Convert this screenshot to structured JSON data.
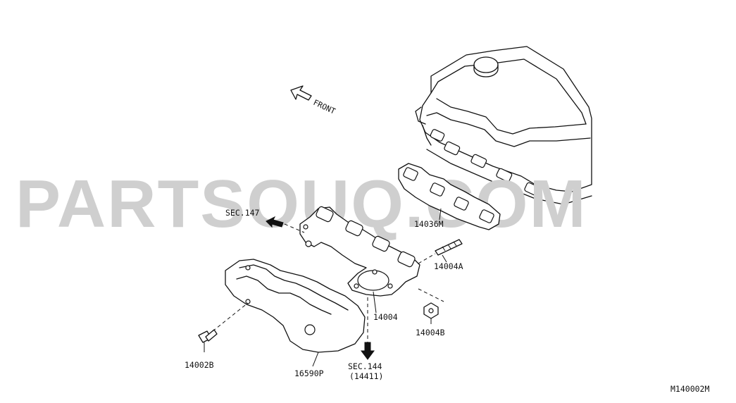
{
  "diagram": {
    "watermark": "PARTSOUQ.COM",
    "front_label": "FRONT",
    "figure_code": "M140002M",
    "labels": {
      "sec147": "SEC.147",
      "p14036M": "14036M",
      "p14004A": "14004A",
      "p14004": "14004",
      "p14004B": "14004B",
      "p14002B": "14002B",
      "p16590P": "16590P",
      "sec144": "SEC.144",
      "sec144_sub": "(14411)"
    }
  }
}
